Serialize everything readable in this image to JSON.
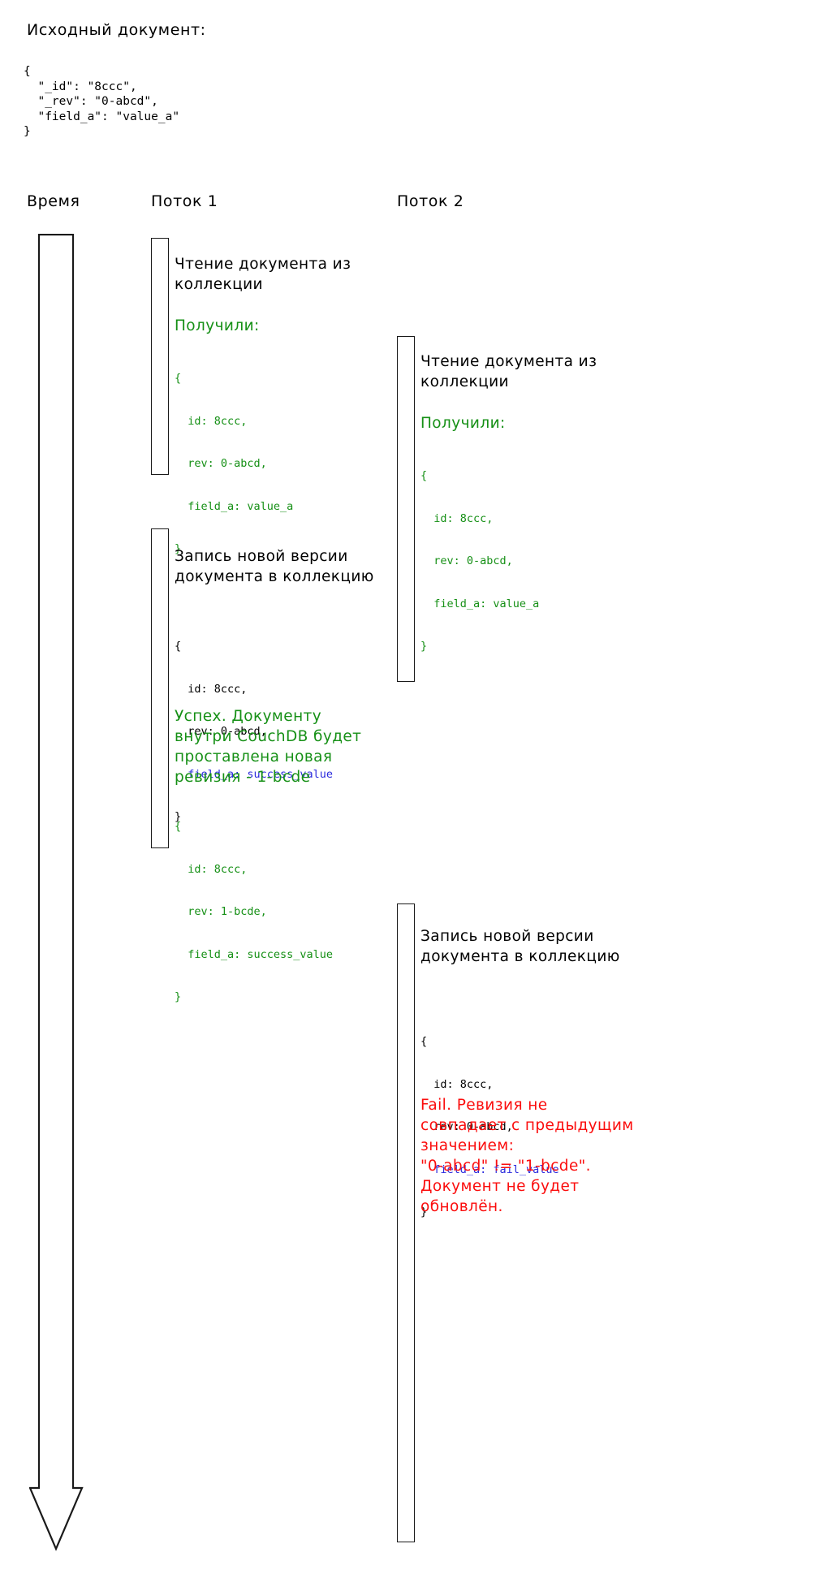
{
  "source": {
    "title": "Исходный документ:",
    "code": "{\n  \"_id\": \"8ccc\",\n  \"_rev\": \"0-abcd\",\n  \"field_a\": \"value_a\"\n}"
  },
  "columns": {
    "time": "Время",
    "thread1": "Поток 1",
    "thread2": "Поток 2"
  },
  "colors": {
    "success": "#169016",
    "fail": "#fb0d0d",
    "highlight": "#2b2bdd",
    "text": "#000000",
    "bar_stroke": "#1a1a1a"
  },
  "thread1": {
    "block1": {
      "step": "Чтение документа из\nколлекции",
      "result_label": "Получили:",
      "code_line_open": "{",
      "code_line_id": "  id: 8ccc,",
      "code_line_rev": "  rev: 0-abcd,",
      "code_line_field": "  field_a: value_a",
      "code_line_close": "}"
    },
    "block2": {
      "step": "Запись новой версии\nдокумента в коллекцию",
      "code_line_open": "{",
      "code_line_id": "  id: 8ccc,",
      "code_line_rev": "  rev: 0-abcd,",
      "code_line_field": "  field_a: success_value",
      "code_line_close": "}",
      "result_note": "Успех. Документу\nвнутри CouchDB будет\nпроставлена новая\nревизия - 1-bcde",
      "result_code_open": "{",
      "result_code_id": "  id: 8ccc,",
      "result_code_rev": "  rev: 1-bcde,",
      "result_code_field": "  field_a: success_value",
      "result_code_close": "}"
    }
  },
  "thread2": {
    "block1": {
      "step": "Чтение документа из\nколлекции",
      "result_label": "Получили:",
      "code_line_open": "{",
      "code_line_id": "  id: 8ccc,",
      "code_line_rev": "  rev: 0-abcd,",
      "code_line_field": "  field_a: value_a",
      "code_line_close": "}"
    },
    "block2": {
      "step": "Запись новой версии\nдокумента в коллекцию",
      "code_line_open": "{",
      "code_line_id": "  id: 8ccc,",
      "code_line_rev": "  rev: 0-abcd,",
      "code_line_field": "  field_a: fail_value",
      "code_line_close": "}",
      "result_note": "Fail. Ревизия не\nсовпадает с предыдущим\nзначением:\n\"0-abcd\" != \"1-bcde\".\nДокумент не будет\nобновлён."
    }
  }
}
